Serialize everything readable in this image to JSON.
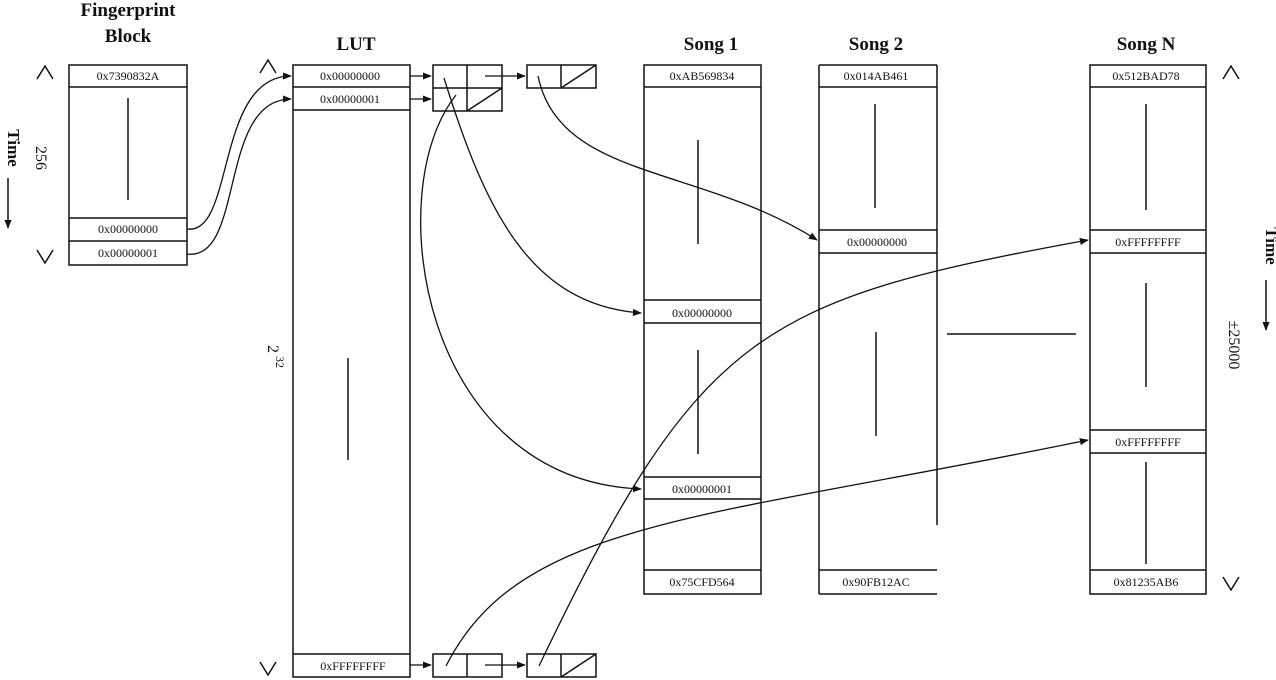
{
  "fingerprint_block": {
    "title_line1": "Fingerprint",
    "title_line2": "Block",
    "top_value": "0x7390832A",
    "entries": [
      "0x00000000",
      "0x00000001"
    ],
    "size_label": "256"
  },
  "lut": {
    "title": "LUT",
    "entries": [
      "0x00000000",
      "0x00000001"
    ],
    "last_entry": "0xFFFFFFFF",
    "size_label": "2",
    "size_exponent": "32"
  },
  "songs": [
    {
      "title": "Song 1",
      "top_value": "0xAB569834",
      "entries": [
        "0x00000000",
        "0x00000001"
      ],
      "bottom_value": "0x75CFD564"
    },
    {
      "title": "Song 2",
      "top_value": "0x014AB461",
      "entries": [
        "0x00000000"
      ],
      "bottom_value": "0x90FB12AC"
    },
    {
      "title": "Song N",
      "top_value": "0x512BAD78",
      "entries": [
        "0xFFFFFFFF",
        "0xFFFFFFFF"
      ],
      "bottom_value": "0x81235AB6"
    }
  ],
  "axes": {
    "time_left": "Time",
    "time_right": "Time",
    "range_right": "±25000"
  },
  "colors": {
    "ink": "#111111",
    "background": "#ffffff"
  }
}
